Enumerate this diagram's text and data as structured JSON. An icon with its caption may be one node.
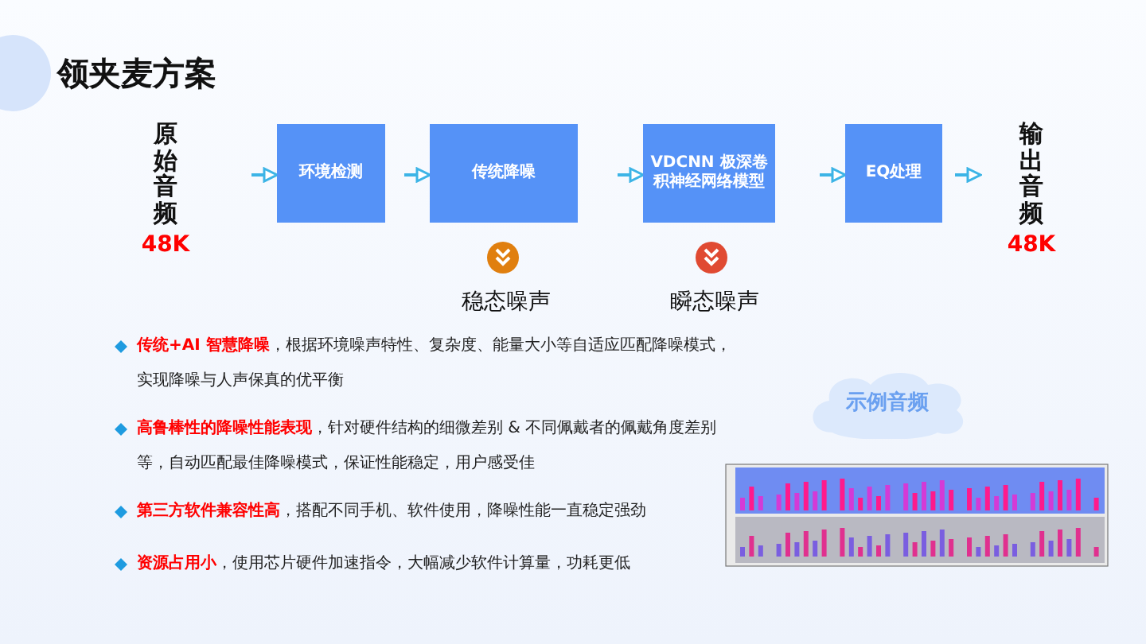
{
  "diagram": {
    "title": "领夹麦方案",
    "nodes": [
      {
        "text": [
          "原始音频",
          "48K"
        ]
      },
      {
        "text": [
          "环境检测"
        ]
      },
      {
        "text": [
          "传统降噪"
        ]
      },
      {
        "text": [
          "VDCNN 极深卷积神经网络模型"
        ]
      },
      {
        "text": [
          "EQ处理"
        ]
      },
      {
        "text": [
          "输出音频",
          "48K"
        ]
      },
      {
        "text": [
          "示例音频"
        ]
      }
    ],
    "edges": [
      {
        "from": 0,
        "to": 1,
        "arrow": "to"
      },
      {
        "from": 1,
        "to": 2,
        "arrow": "to"
      },
      {
        "from": 2,
        "to": 3,
        "arrow": "to"
      },
      {
        "from": 3,
        "to": 4,
        "arrow": "to"
      },
      {
        "from": 4,
        "to": 5,
        "arrow": "to"
      }
    ],
    "labels": [
      "稳态噪声",
      "瞬态噪声",
      "**传统+AI 智慧降噪**，根据环境噪声特性、复杂度、能量大小等自适应匹配降噪模式，实现降噪与人声保真的优平衡",
      "**高鲁棒性的降噪性能表现**，针对硬件结构的细微差别 & 不同佩戴者的佩戴角度差别等，自动匹配最佳降噪模式，保证性能稳定，用户感受佳",
      "**第三方软件兼容性高**，搭配不同手机、软件使用，降噪性能一直稳定强劲",
      "**资源占用小**，使用芯片硬件加速指令，大幅减少软件计算量，功耗更低"
    ]
  }
}
